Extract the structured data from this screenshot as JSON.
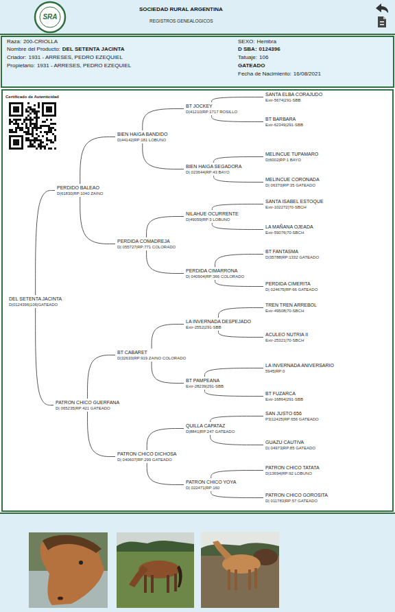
{
  "diagram": {
    "title": "SOCIEDAD RURAL ARGENTINA",
    "nodes": [
      {
        "text": [
          "DEL SETENTA JACINTA",
          "D|0124396|106|GATEADO"
        ]
      },
      {
        "text": [
          "PERDIDO BALEAO",
          "D|61830|RP:1040 ZAINO"
        ]
      },
      {
        "text": [
          "BIEN HAIGA BANDIDO",
          "D|44142|RP:181 LOBUNO"
        ]
      },
      {
        "text": [
          "BT JOCKEY",
          "D|41210|RP:1717 ROSILLO"
        ]
      },
      {
        "text": [
          "SANTA ELBA CORAJUDO",
          "Extr-5674|291-SBB"
        ]
      },
      {
        "text": [
          "BT BARBARA",
          "Extr-62349|291-SBB"
        ]
      },
      {
        "text": [
          "BIEN HAIGA SEGADORA",
          "D| 023644|RP:43 BAYO"
        ]
      },
      {
        "text": [
          "MELINCUE TUPAMARO",
          "D|6002|RP:1 BAYO"
        ]
      },
      {
        "text": [
          "MELINCUE CORONADA",
          "D| 06370|RP:35 GATEADO"
        ]
      },
      {
        "text": [
          "PERDIDA COMADREJA",
          "D| 055727|RP:771 COLORADO"
        ]
      },
      {
        "text": [
          "NILAHUE OCURRENTE",
          "D|49059|RP:3 LOBUNO"
        ]
      },
      {
        "text": [
          "SANTA ISABEL ESTOQUE",
          "Extr-102272|70-SBCH"
        ]
      },
      {
        "text": [
          "LA MAÑANA OJEADA",
          "Extr-59076|70-SBCH"
        ]
      },
      {
        "text": [
          "PERDIDA CIMARRONA",
          "D| 040904|RP:366 COLORADO"
        ]
      },
      {
        "text": [
          "BT FANTASMA",
          "D|35788|RP:1332 GATEADO"
        ]
      },
      {
        "text": [
          "PERDIDA CIMERITA",
          "D| 024675|RP:66 GATEADO"
        ]
      },
      {
        "text": [
          "PATRON CHICO GUERFANA",
          "D| 065235|RP:421 GATEADO"
        ]
      },
      {
        "text": [
          "BT CABARET",
          "D|32633|RP:919 ZAINO COLORADO"
        ]
      },
      {
        "text": [
          "LA INVERNADA DESPEJADO",
          "Extr-2552|291-SBB"
        ]
      },
      {
        "text": [
          "TREN TREN ARREBOL",
          "Extr-49508|70-SBCH"
        ]
      },
      {
        "text": [
          "ACULEO NUTRIA II",
          "Extr-25321|70-SBCH"
        ]
      },
      {
        "text": [
          "BT PAMPEANA",
          "Extr-28239|291-SBB"
        ]
      },
      {
        "text": [
          "LA INVERNADA ANIVERSARIO",
          "5945|RP:0"
        ]
      },
      {
        "text": [
          "BT FUZARCA",
          "Extr-16864|291-SBB"
        ]
      },
      {
        "text": [
          "PATRON CHICO DICHOSA",
          "D| 040607|RP:299 GATEADO"
        ]
      },
      {
        "text": [
          "QUILLA CAPATAZ",
          "D|8841|RP:247 GATEADO"
        ]
      },
      {
        "text": [
          "SAN JUSTO 656",
          "P3|12425|RP:656 GATEADO"
        ]
      },
      {
        "text": [
          "GUAZU CAUTIVA",
          "D| 04973|RP:85 GATEADO"
        ]
      },
      {
        "text": [
          "PATRON CHICO YOYA",
          "D| 022471|RP:160"
        ]
      },
      {
        "text": [
          "PATRON CHICO TATATA",
          "D|13694|RP:92 LOBUNO"
        ]
      },
      {
        "text": [
          "PATRON CHICO GOROSITA",
          "D| 011783|RP:57 GATEADO"
        ]
      }
    ],
    "edges": [
      {
        "from": 0,
        "to": 1,
        "arrow": "none"
      },
      {
        "from": 0,
        "to": 16,
        "arrow": "none"
      },
      {
        "from": 1,
        "to": 2,
        "arrow": "none"
      },
      {
        "from": 1,
        "to": 9,
        "arrow": "none"
      },
      {
        "from": 2,
        "to": 3,
        "arrow": "none"
      },
      {
        "from": 2,
        "to": 6,
        "arrow": "none"
      },
      {
        "from": 3,
        "to": 4,
        "arrow": "none"
      },
      {
        "from": 3,
        "to": 5,
        "arrow": "none"
      },
      {
        "from": 6,
        "to": 7,
        "arrow": "none"
      },
      {
        "from": 6,
        "to": 8,
        "arrow": "none"
      },
      {
        "from": 9,
        "to": 10,
        "arrow": "none"
      },
      {
        "from": 9,
        "to": 13,
        "arrow": "none"
      },
      {
        "from": 10,
        "to": 11,
        "arrow": "none"
      },
      {
        "from": 10,
        "to": 12,
        "arrow": "none"
      },
      {
        "from": 13,
        "to": 14,
        "arrow": "none"
      },
      {
        "from": 13,
        "to": 15,
        "arrow": "none"
      },
      {
        "from": 16,
        "to": 17,
        "arrow": "none"
      },
      {
        "from": 16,
        "to": 24,
        "arrow": "none"
      },
      {
        "from": 17,
        "to": 18,
        "arrow": "none"
      },
      {
        "from": 17,
        "to": 21,
        "arrow": "none"
      },
      {
        "from": 18,
        "to": 19,
        "arrow": "none"
      },
      {
        "from": 18,
        "to": 20,
        "arrow": "none"
      },
      {
        "from": 21,
        "to": 22,
        "arrow": "none"
      },
      {
        "from": 21,
        "to": 23,
        "arrow": "none"
      },
      {
        "from": 24,
        "to": 25,
        "arrow": "none"
      },
      {
        "from": 24,
        "to": 28,
        "arrow": "none"
      },
      {
        "from": 25,
        "to": 26,
        "arrow": "none"
      },
      {
        "from": 25,
        "to": 27,
        "arrow": "none"
      },
      {
        "from": 28,
        "to": 29,
        "arrow": "none"
      },
      {
        "from": 28,
        "to": 30,
        "arrow": "none"
      }
    ],
    "labels": [
      "SRA",
      "REGISTROS GENEALOGICOS",
      "Raza:",
      "200-CRIOLLA",
      "Nombre del Producto:",
      "DEL SETENTA JACINTA",
      "Criador:",
      "1931 - ARRESES, PEDRO EZEQUIEL",
      "Propietario:",
      "1931 - ARRESES, PEDRO EZEQUIEL",
      "SEXO:",
      "Hembra",
      "D SBA:",
      "0124396",
      "Tatuaje:",
      "106",
      "GATEADO",
      "Fecha de Nacimiento:",
      "16/08/2021",
      "Certificado de Autenticidad"
    ]
  }
}
